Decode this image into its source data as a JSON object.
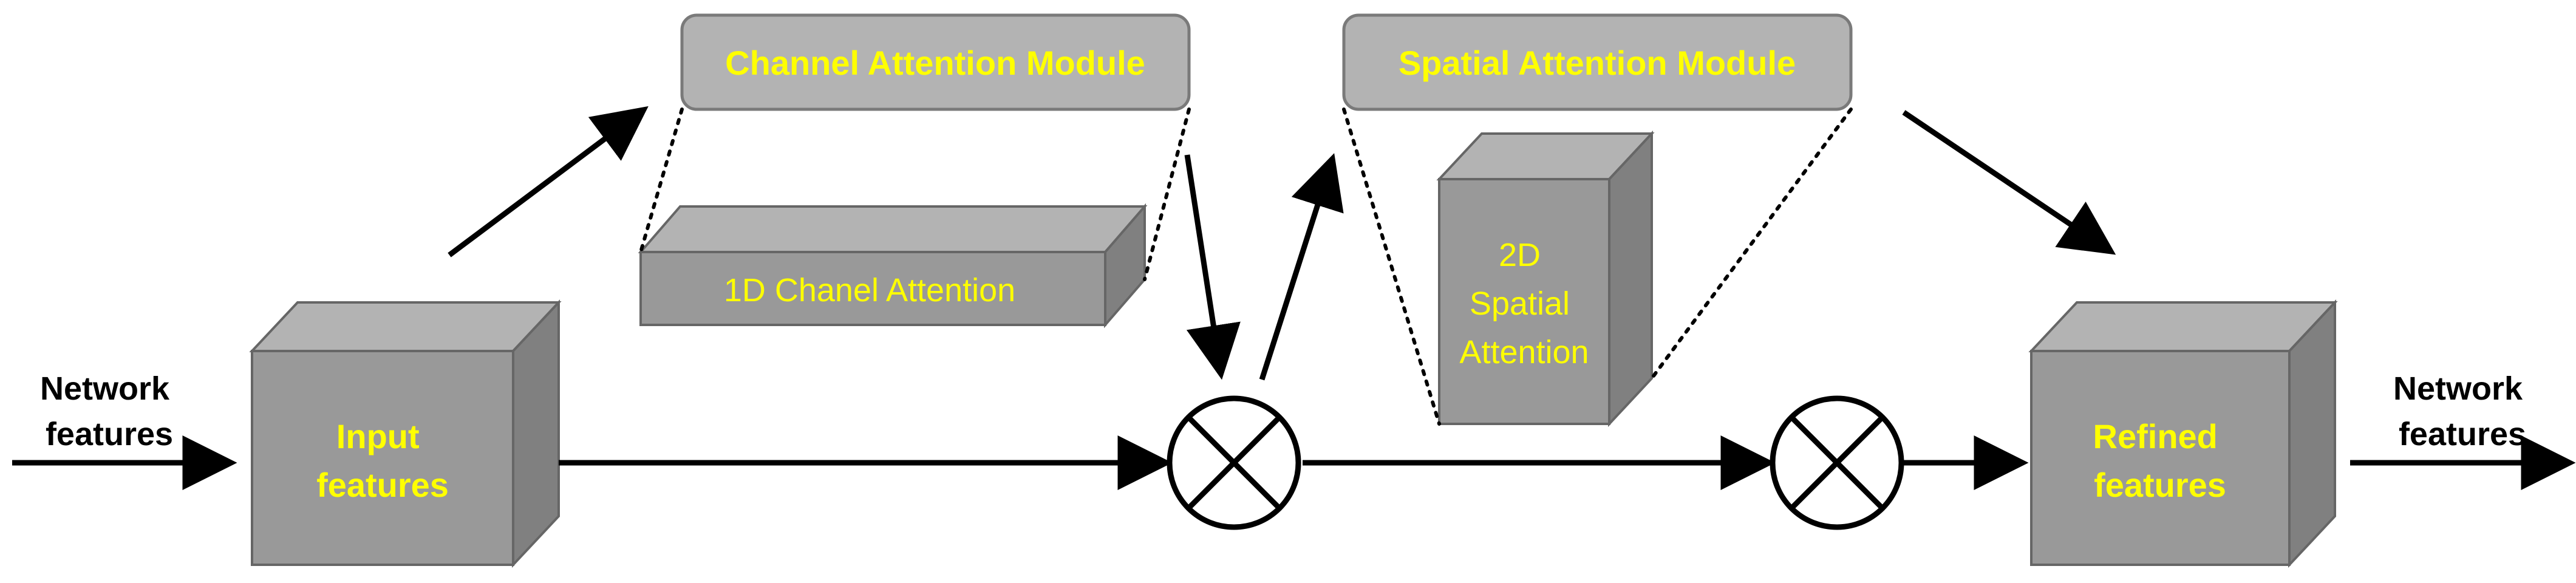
{
  "colors": {
    "box_front": "#999999",
    "box_top": "#b3b3b3",
    "box_side": "#808080",
    "box_stroke": "#666666",
    "module_fill": "#b3b3b3",
    "module_stroke": "#7a7a7a",
    "text_yellow": "#ffff00",
    "text_dark": "#000000",
    "arrow": "#000000"
  },
  "labels": {
    "network_in": [
      "Network",
      "features"
    ],
    "input_features": [
      "Input",
      "features"
    ],
    "channel_module": "Channel Attention Module",
    "channel_attention": "1D Chanel Attention",
    "spatial_module": "Spatial Attention Module",
    "spatial_attention": [
      "2D",
      "Spatial",
      "Attention"
    ],
    "refined_features": [
      "Refined",
      "features"
    ],
    "network_out": [
      "Network",
      "features"
    ]
  }
}
